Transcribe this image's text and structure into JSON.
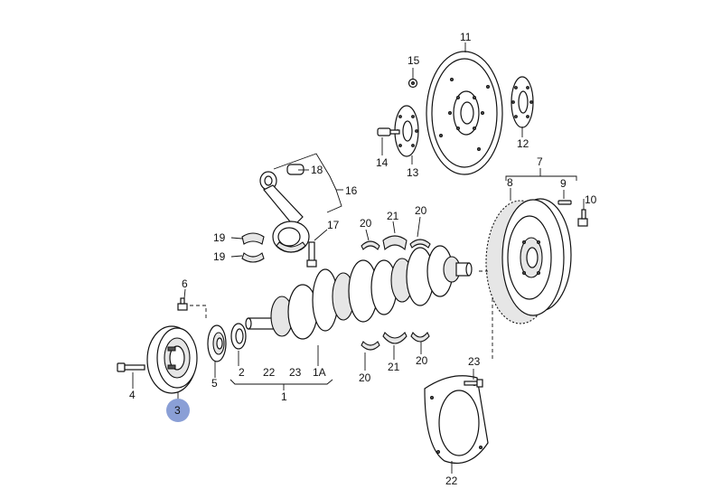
{
  "highlight_color": "#8a9fd6",
  "highlighted_callout": "3",
  "callouts": {
    "c1": "1",
    "c1a": "1A",
    "c2": "2",
    "c3": "3",
    "c4": "4",
    "c5": "5",
    "c6": "6",
    "c7": "7",
    "c8": "8",
    "c9": "9",
    "c10": "10",
    "c11": "11",
    "c12": "12",
    "c13": "13",
    "c14": "14",
    "c15": "15",
    "c16": "16",
    "c17": "17",
    "c18": "18",
    "c19a": "19",
    "c19b": "19",
    "c20a": "20",
    "c20b": "20",
    "c20c": "20",
    "c20d": "20",
    "c21a": "21",
    "c21b": "21",
    "c22a": "22",
    "c22b": "22",
    "c23a": "23",
    "c23b": "23"
  }
}
